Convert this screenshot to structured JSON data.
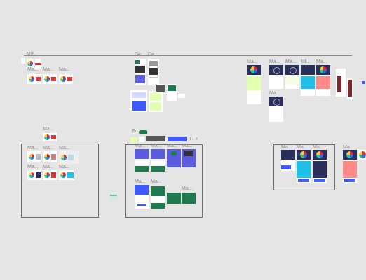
{
  "canvas": {
    "background": "#e5e5e5",
    "group_labels": {
      "top_left": "Ma...",
      "top_left_row": [
        "Ma...",
        "Ma...",
        "Ma..."
      ],
      "design_a": "De...",
      "design_b": "De...",
      "mid_left": "Ma...",
      "box_left_row1": [
        "Ma...",
        "Ma...",
        "Ma..."
      ],
      "box_left_row2": [
        "Ma...",
        "Ma...",
        "Ma..."
      ],
      "frame_group": "Fr...",
      "box_mid_row1": [
        "Ma...",
        "Ma...",
        "Ma...",
        "Ma..."
      ],
      "box_mid_row2": [
        "Ma...",
        "Ma...",
        "Ma..."
      ],
      "right_top_row": [
        "Ma...",
        "Ma...",
        "Ma...",
        "Mi...",
        "Ma..."
      ],
      "right_second": "Ma...",
      "box_right_row": [
        "Ma...",
        "Ma...",
        "Ma..."
      ],
      "far_right": "Ma..."
    },
    "colors": {
      "navy": "#2b2f5c",
      "purple": "#5b5ce0",
      "green": "#1f7a4f",
      "lime": "#e2ffb0",
      "cyan": "#1fc0e8",
      "salmon": "#ff8a8a",
      "red": "#d83a3a",
      "blue": "#3f5bff"
    }
  }
}
